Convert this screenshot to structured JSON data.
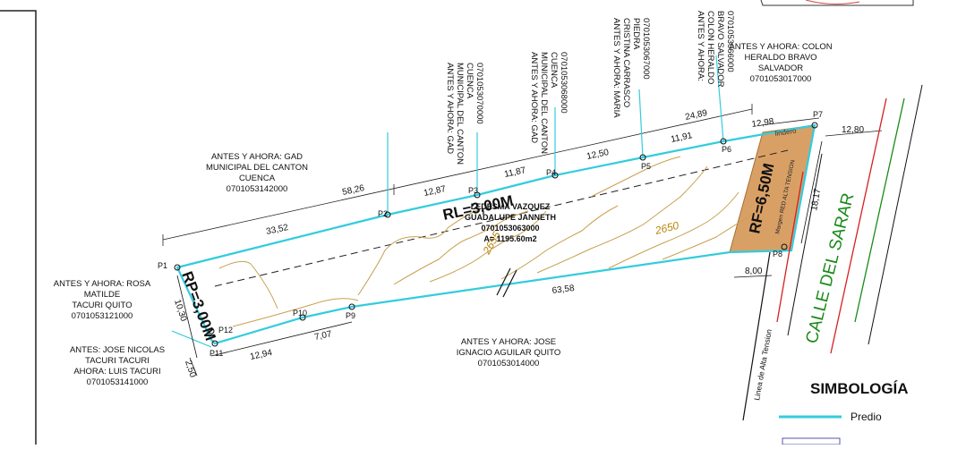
{
  "owners": {
    "west_gad": [
      "ANTES Y AHORA: GAD",
      "MUNICIPAL DEL CANTON",
      "CUENCA",
      "0701053142000"
    ],
    "rosa": [
      "ANTES Y AHORA: ROSA",
      "MATILDE",
      "TACURI QUITO",
      "0701053121000"
    ],
    "jose_nicolas": [
      "ANTES: JOSE NICOLAS",
      "TACURI TACURI",
      "AHORA: LUIS TACURI",
      "0701053141000"
    ],
    "jose_aguilar": [
      "ANTES Y AHORA: JOSE",
      "IGNACIO AGUILAR QUITO",
      "0701053014000"
    ],
    "colon_right": [
      "ANTES Y AHORA: COLON",
      "HERALDO BRAVO",
      "SALVADOR",
      "0701053017000"
    ],
    "gad_v1": [
      "ANTES Y AHORA: GAD",
      "MUNICIPAL DEL CANTON",
      "CUENCA",
      "0701053070000"
    ],
    "gad_v2": [
      "ANTES Y AHORA: GAD",
      "MUNICIPAL DEL CANTON",
      "CUENCA",
      "0701053068000"
    ],
    "maria": [
      "ANTES Y AHORA: MARIA",
      "CRISTINA CARRASCO",
      "PIEDRA",
      "0701053067000"
    ],
    "colon_v": [
      "ANTES Y AHORA:",
      "COLON HERALDO",
      "BRAVO SALVADOR",
      "0701053066000"
    ]
  },
  "center": [
    "LEDESMA VAZQUEZ",
    "GUADALUPE JANNETH",
    "0701053063000",
    "A= 1195.60m2"
  ],
  "retiros": {
    "rl": "RL=3,00M",
    "rp": "RP=3,00M",
    "rf": "RF=6,50M",
    "margin": "Margen RED ALTA TENSION"
  },
  "points": [
    "P1",
    "P2",
    "P3",
    "P4",
    "P5",
    "P6",
    "P7",
    "P8",
    "P9",
    "P10",
    "P11",
    "P12"
  ],
  "dims": {
    "d33_52": "33,52",
    "d58_26": "58,26",
    "d12_87": "12,87",
    "d11_87": "11,87",
    "d12_50": "12,50",
    "d11_91": "11,91",
    "d24_89": "24,89",
    "d12_98": "12,98",
    "d12_80": "12,80",
    "d18_17": "18,17",
    "d8_00": "8,00",
    "d63_58": "63,58",
    "d7_07": "7,07",
    "d12_94": "12,94",
    "d10_30": "10,30",
    "d2_50": "2,50"
  },
  "contours": [
    "2655",
    "2650"
  ],
  "lindero": "lindero",
  "street": "CALLE DEL SARAR",
  "linea": "Linea de Alta Tension",
  "legend": {
    "title": "SIMBOLOGÍA",
    "predio": "Predio"
  },
  "colors": {
    "predio": "#33ccdd",
    "contour": "#c8a050",
    "retiro_fill": "#d9a066",
    "power_line": "#d62020",
    "street_line": "#1a8a1a"
  }
}
